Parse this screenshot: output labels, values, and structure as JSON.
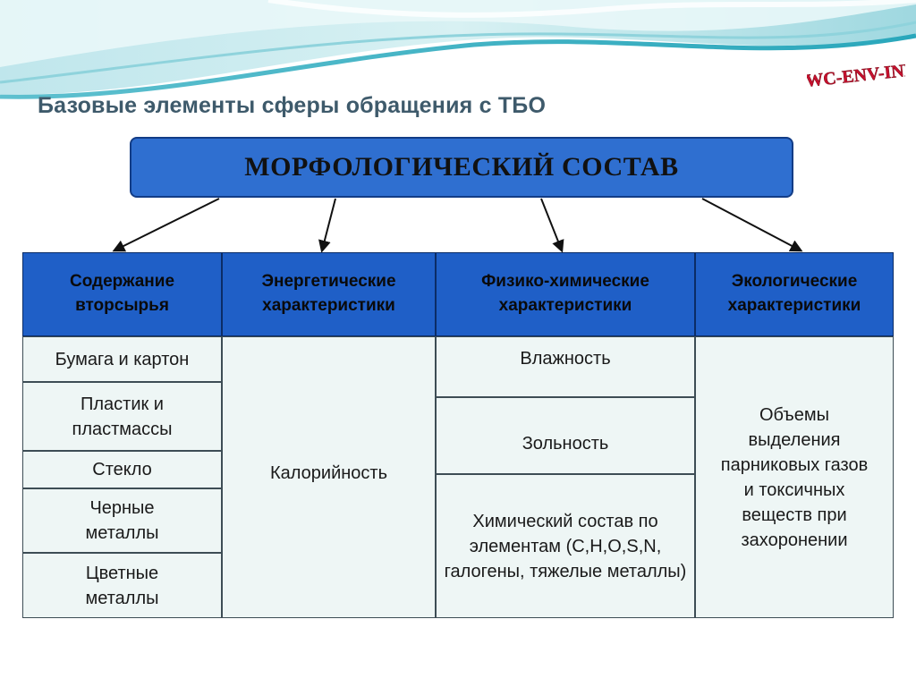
{
  "slide": {
    "title": "Базовые элементы сферы обращения с ТБО",
    "logo_text": "SWC-ENV-IND",
    "main_box": "МОРФОЛОГИЧЕСКИЙ СОСТАВ"
  },
  "table": {
    "headers": [
      "Содержание вторсырья",
      "Энергетические характеристики",
      "Физико-химические характеристики",
      "Экологические характеристики"
    ],
    "col1": [
      "Бумага и картон",
      "Пластик и пластмассы",
      "Стекло",
      "Черные металлы",
      "Цветные металлы"
    ],
    "col2": "Калорийность",
    "col3": [
      "Влажность",
      "Зольность",
      "Химический состав по элементам (C,H,O,S,N, галогены, тяжелые металлы)"
    ],
    "col4": "Объемы выделения парниковых газов и токсичных веществ при захоронении"
  },
  "colors": {
    "header_fill": "#1f5fc7",
    "main_box_fill": "#2f6fd0",
    "cell_fill": "#eef6f5",
    "title_color": "#3e5a6b",
    "logo_color": "#c8102e"
  }
}
